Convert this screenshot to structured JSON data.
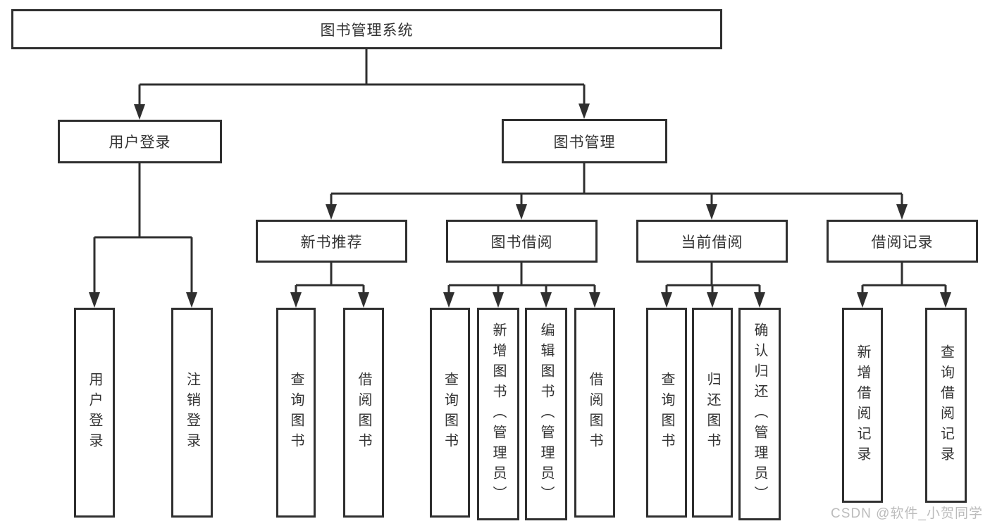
{
  "tree": {
    "root": {
      "label": "图书管理系统"
    },
    "level2": [
      {
        "label": "用户登录",
        "children": [
          {
            "label": "用户登录"
          },
          {
            "label": "注销登录"
          }
        ]
      },
      {
        "label": "图书管理",
        "children": [
          {
            "label": "新书推荐",
            "children": [
              {
                "label": "查询图书"
              },
              {
                "label": "借阅图书"
              }
            ]
          },
          {
            "label": "图书借阅",
            "children": [
              {
                "label": "查询图书"
              },
              {
                "label": "新增图书（管理员）"
              },
              {
                "label": "编辑图书（管理员）"
              },
              {
                "label": "借阅图书"
              }
            ]
          },
          {
            "label": "当前借阅",
            "children": [
              {
                "label": "查询图书"
              },
              {
                "label": "归还图书"
              },
              {
                "label": "确认归还（管理员）"
              }
            ]
          },
          {
            "label": "借阅记录",
            "children": [
              {
                "label": "新增借阅记录"
              },
              {
                "label": "查询借阅记录"
              }
            ]
          }
        ]
      }
    ]
  },
  "watermark": {
    "text": "CSDN @软件_小贺同学"
  },
  "colors": {
    "line": "#2f2f2f",
    "box_border": "#2f2f2f",
    "box_fill": "#ffffff",
    "text": "#333333",
    "watermark": "#bcbcbc",
    "background": "#ffffff"
  }
}
